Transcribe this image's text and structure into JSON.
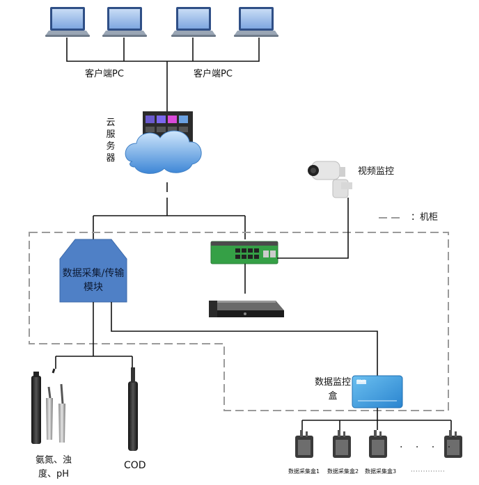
{
  "clients": {
    "left_label": "客户端PC",
    "right_label": "客户端PC",
    "icon": "laptop-icon"
  },
  "cloud": {
    "label": "云服务器",
    "icon": "cloud-server-icon"
  },
  "video": {
    "label": "视频监控",
    "icon": "camera-icon"
  },
  "legend": {
    "label": "：机柜"
  },
  "module": {
    "label": "数据采集/传输模块"
  },
  "monitor_box": {
    "label": "数据监控盒",
    "logo": "Watt"
  },
  "sensors": {
    "group_label": "氨氮、浊度、pH",
    "cod_label": "COD"
  },
  "collectors": {
    "items": [
      "数据采集盒1",
      "数据采集盒2",
      "数据采集盒3"
    ],
    "dots": "· · · ·",
    "trailing": "··············"
  },
  "colors": {
    "line": "#111111",
    "dashed": "#9a9a9a",
    "module_fill": "#4f80c6",
    "switch_green": "#35a046",
    "box_blue": "#2f8fd8",
    "cloud_blue": "#4a90d9"
  }
}
